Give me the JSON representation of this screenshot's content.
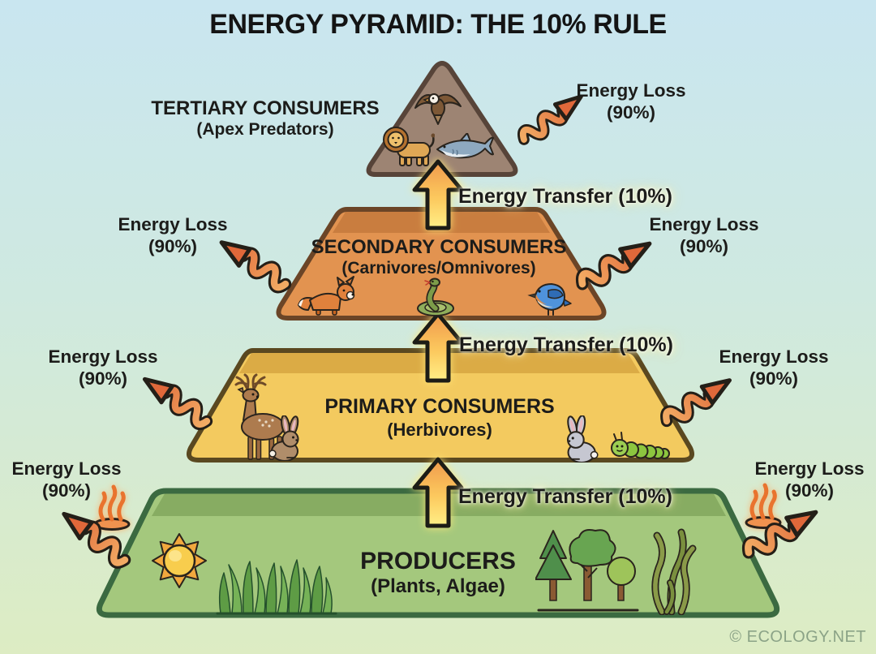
{
  "title": "ENERGY PYRAMID: THE 10% RULE",
  "watermark": "© ECOLOGY.NET",
  "labels": {
    "energy_loss_line1": "Energy Loss",
    "energy_loss_line2": "(90%)",
    "energy_transfer": "Energy Transfer (10%)",
    "energy_loss_count": 7,
    "energy_transfer_count": 3
  },
  "levels": [
    {
      "name": "TERTIARY CONSUMERS",
      "subtitle": "(Apex Predators)",
      "organisms": [
        "eagle",
        "lion",
        "shark"
      ],
      "fill": "#9d8473"
    },
    {
      "name": "SECONDARY CONSUMERS",
      "subtitle": "(Carnivores/Omnivores)",
      "organisms": [
        "fox",
        "snake",
        "bluebird"
      ],
      "fill": "#e29350"
    },
    {
      "name": "PRIMARY CONSUMERS",
      "subtitle": "(Herbivores)",
      "organisms": [
        "deer",
        "rabbit",
        "rabbit",
        "caterpillar"
      ],
      "fill": "#f3ca5f"
    },
    {
      "name": "PRODUCERS",
      "subtitle": "(Plants, Algae)",
      "organisms": [
        "sun",
        "grass",
        "trees",
        "algae"
      ],
      "fill": "#a4c87d"
    }
  ],
  "icons": {
    "energy_loss_arrow": "wavy-orange-arrow",
    "energy_transfer_arrow": "yellow-up-arrow",
    "heat": "flame-over-dish"
  },
  "colors": {
    "background_top": "#c9e6f0",
    "background_bottom": "#ddecc3",
    "transfer_arrow_top": "#f09a4c",
    "transfer_arrow_bottom": "#ffef86",
    "loss_arrow": "#e0683a",
    "text": "#1c1c1a",
    "watermark": "#8ba387"
  }
}
